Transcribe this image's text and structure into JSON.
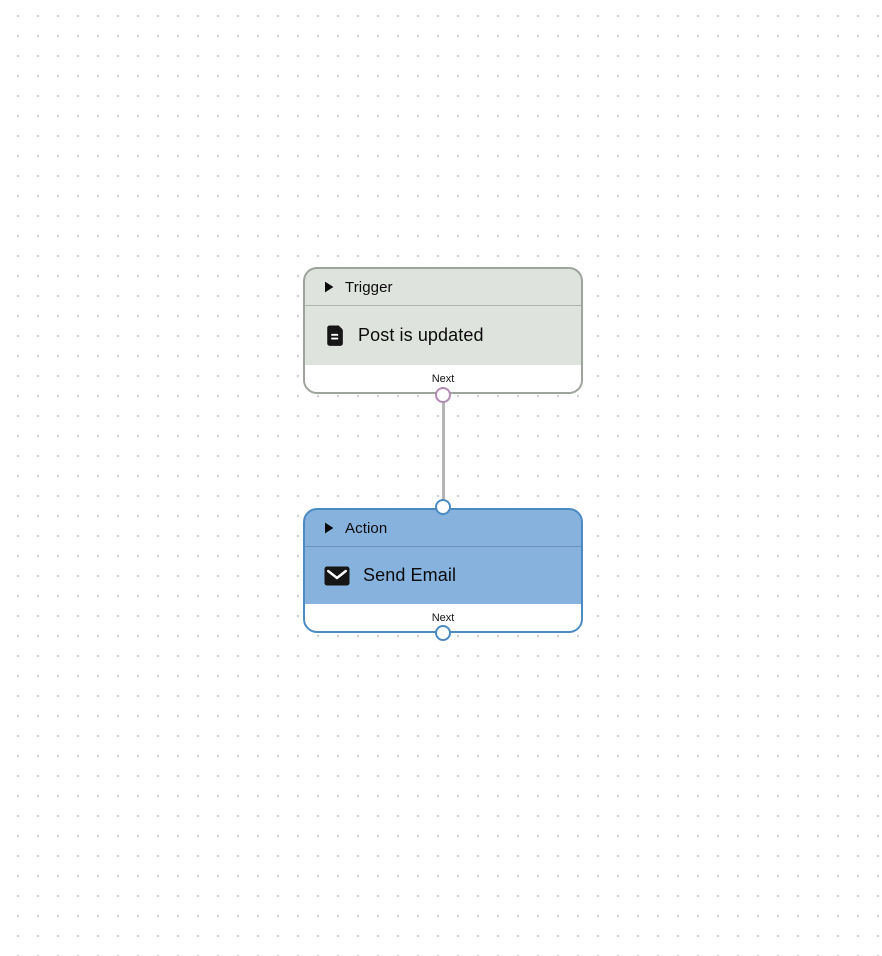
{
  "canvas": {
    "background": "#ffffff",
    "dot_color": "#d3d3d3"
  },
  "nodes": [
    {
      "id": "trigger",
      "header": {
        "icon": "play-icon",
        "label": "Trigger"
      },
      "body": {
        "icon": "document-icon",
        "title": "Post is updated"
      },
      "footer": {
        "label": "Next"
      },
      "colors": {
        "bg": "#dfe3de",
        "border": "#9ca49b",
        "divider": "#adb5ac",
        "port": "#b28ab5"
      }
    },
    {
      "id": "action",
      "header": {
        "icon": "play-icon",
        "label": "Action"
      },
      "body": {
        "icon": "envelope-icon",
        "title": "Send Email"
      },
      "footer": {
        "label": "Next"
      },
      "colors": {
        "bg": "#86b2dd",
        "border": "#4c8bc2",
        "divider": "#6a93ba",
        "port": "#4c8bc2"
      }
    }
  ],
  "connection": {
    "from": "trigger",
    "to": "action",
    "color": "#b4b4b4"
  }
}
